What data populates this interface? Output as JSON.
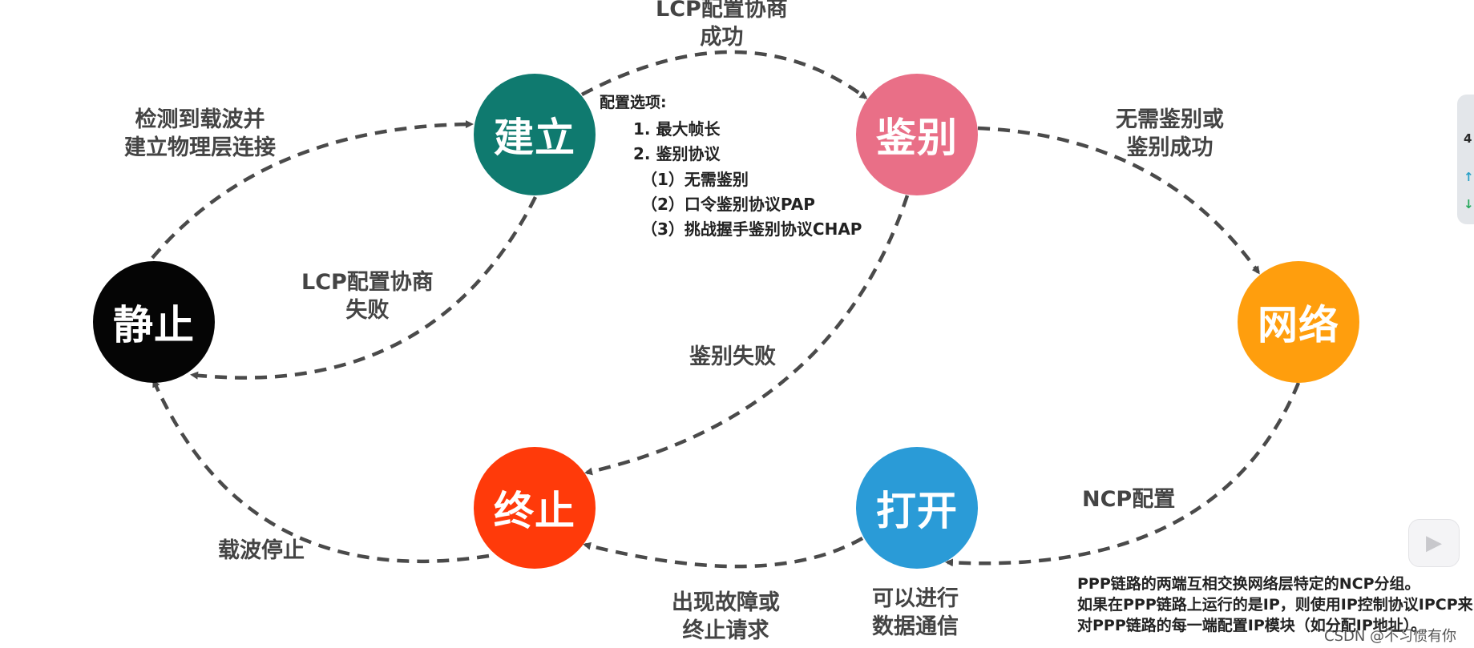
{
  "nodes": {
    "static": {
      "label": "静止",
      "color": "#050505"
    },
    "establish": {
      "label": "建立",
      "color": "#0f7a6f"
    },
    "authenticate": {
      "label": "鉴别",
      "color": "#e96f87"
    },
    "network": {
      "label": "网络",
      "color": "#ff9e0d"
    },
    "open": {
      "label": "打开",
      "color": "#2a9bd7"
    },
    "terminate": {
      "label": "终止",
      "color": "#ff3a0a"
    }
  },
  "edges": {
    "lcp_success": "LCP配置协商\n成功",
    "carrier_detect": "检测到载波并\n建立物理层连接",
    "lcp_fail": "LCP配置协商\n失败",
    "auth_ok": "无需鉴别或\n鉴别成功",
    "auth_fail": "鉴别失败",
    "ncp": "NCP配置",
    "fault": "出现故障或\n终止请求",
    "carrier_stop": "载波停止",
    "data_comm": "可以进行\n数据通信"
  },
  "config_options": {
    "title": "配置选项:",
    "item1": "1. 最大帧长",
    "item2": "2. 鉴别协议",
    "sub1": "（1）无需鉴别",
    "sub2": "（2）口令鉴别协议PAP",
    "sub3": "（3）挑战握手鉴别协议CHAP"
  },
  "ncp_note": {
    "line1": "PPP链路的两端互相交换网络层特定的NCP分组。",
    "line2": "如果在PPP链路上运行的是IP，则使用IP控制协议IPCP来",
    "line3": "对PPP链路的每一端配置IP模块（如分配IP地址）。"
  },
  "watermark": "CSDN @不习惯有你",
  "side_panel": {
    "number": "4"
  },
  "colors": {
    "arrow": "#4a4a4a",
    "side_up": "#2aa0c8",
    "side_down": "#27a85b"
  },
  "icons": [
    "play-icon",
    "arrow-up-icon",
    "arrow-down-icon"
  ]
}
